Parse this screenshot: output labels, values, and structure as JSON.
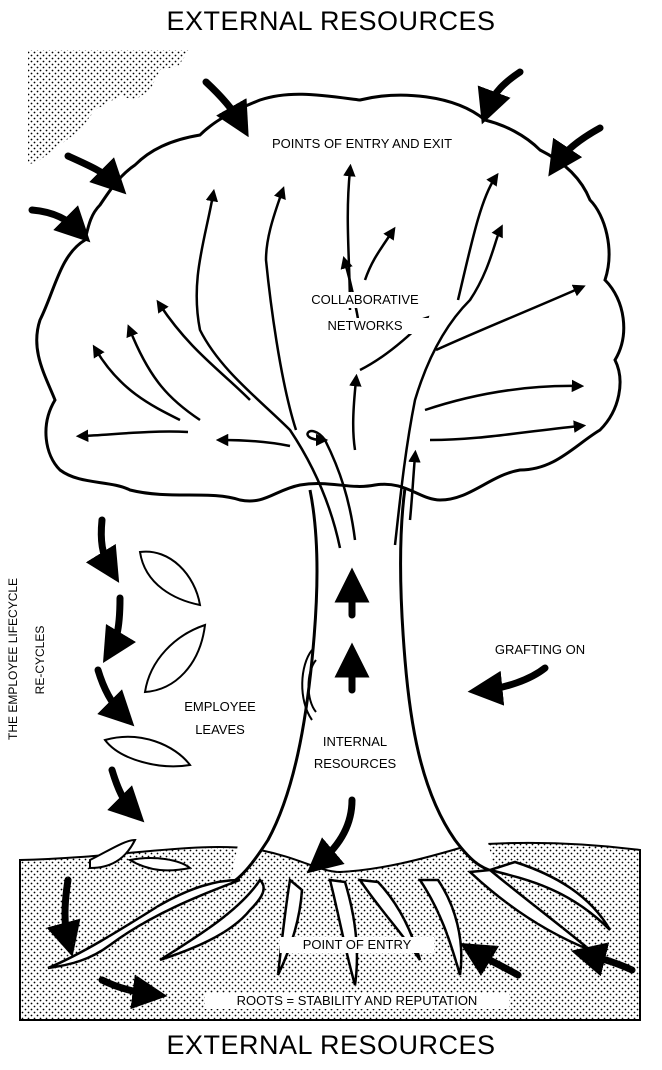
{
  "title_top": "EXTERNAL RESOURCES",
  "title_bottom": "EXTERNAL RESOURCES",
  "labels": {
    "entry_exit": "POINTS OF ENTRY AND EXIT",
    "collab_1": "COLLABORATIVE",
    "collab_2": "NETWORKS",
    "grafting": "GRAFTING ON",
    "emp_leaves_1": "EMPLOYEE",
    "emp_leaves_2": "LEAVES",
    "internal_1": "INTERNAL",
    "internal_2": "RESOURCES",
    "point_entry": "POINT OF ENTRY",
    "roots": "ROOTS = STABILITY AND REPUTATION",
    "lifecycle_1": "THE EMPLOYEE LIFECYCLE",
    "lifecycle_2": "RE-CYCLES"
  },
  "colors": {
    "ink": "#000000",
    "paper": "#ffffff",
    "stipple": "#000000"
  }
}
